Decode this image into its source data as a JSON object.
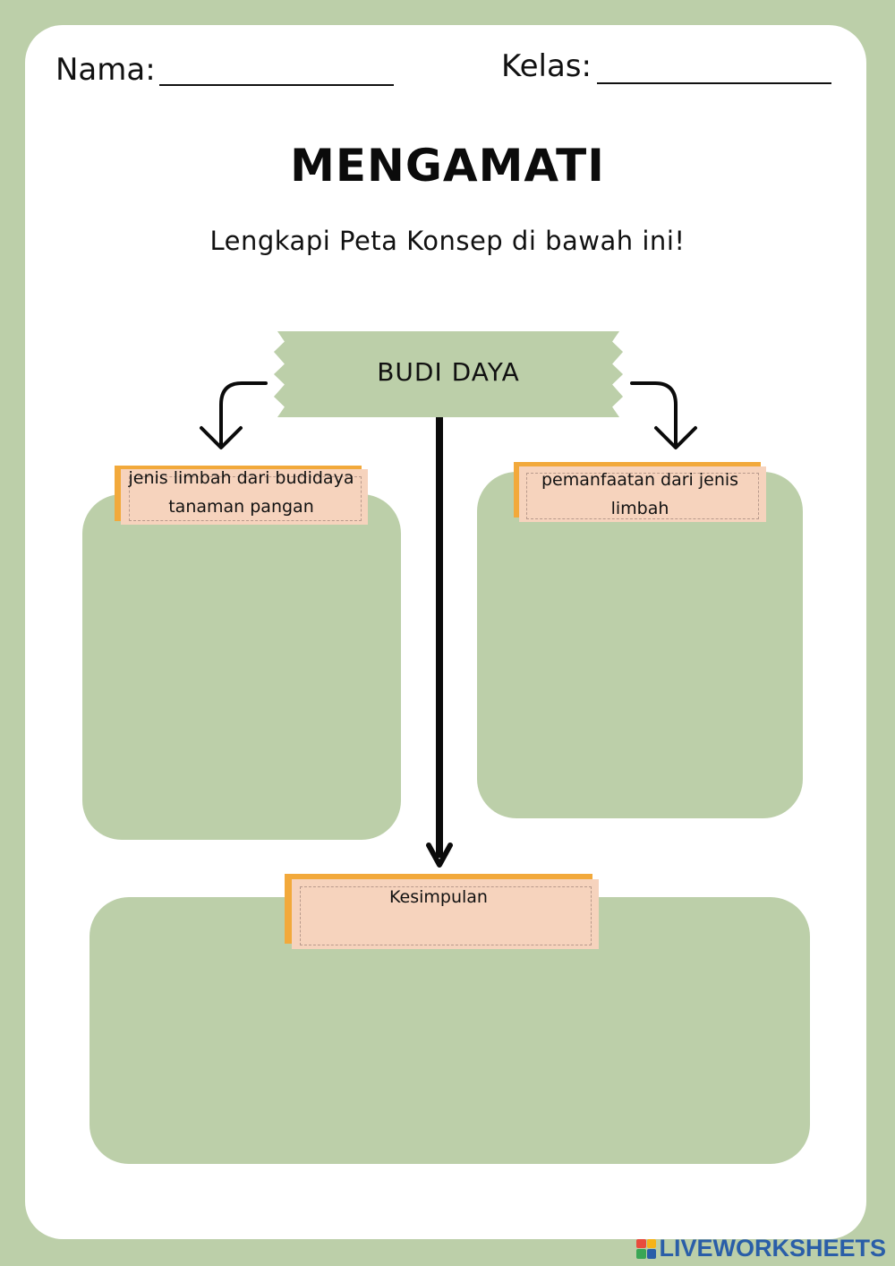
{
  "header": {
    "name_label": "Nama:",
    "class_label": "Kelas:"
  },
  "title": "MENGAMATI",
  "subtitle": "Lengkapi Peta Konsep di bawah ini!",
  "concept_map": {
    "center": "BUDI DAYA",
    "left_note_line1": "jenis limbah dari budidaya",
    "left_note_line2": "tanaman pangan",
    "right_note_line1": "pemanfaatan dari jenis",
    "right_note_line2": "limbah",
    "bottom_note": "Kesimpulan"
  },
  "footer": {
    "logo_text": "LIVEWORKSHEETS",
    "logo_icon": "liveworksheets-logo-icon"
  },
  "colors": {
    "background_green": "#bccfa9",
    "note_peach": "#f6d3bd",
    "note_orange": "#f2a93b",
    "logo_blue": "#2a5ea8"
  }
}
